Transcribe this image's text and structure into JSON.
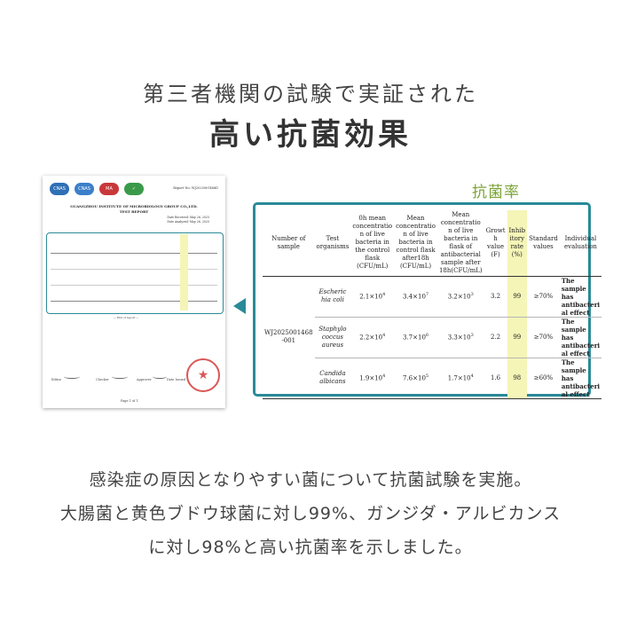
{
  "headline": {
    "line1": "第三者機関の試験で実証された",
    "line2": "高い抗菌効果"
  },
  "report": {
    "report_no": "Report No: WJ2025001468D",
    "institute": "GUANGZHOU INSTITUTE OF MICROBIOLOGY GROUP CO.,LTD.",
    "title": "TEST REPORT",
    "date_received": "Date Received: May 26, 2025",
    "date_analyzed": "Date Analyzed: May 26, 2025",
    "end_note": "— End of report —",
    "editor": "Editor",
    "checker": "Checker",
    "approver": "Approver",
    "issue_date": "Date Issued",
    "page": "Page 1 of 1",
    "logos": [
      {
        "text": "CNAS",
        "color": "#2f6fb5"
      },
      {
        "text": "CNAS",
        "color": "#3b7fc9"
      },
      {
        "text": "MA",
        "color": "#c8383a"
      },
      {
        "text": "✓",
        "color": "#3a9a4a"
      }
    ]
  },
  "rate_label": "抗菌率",
  "table": {
    "headers": [
      "Number of sample",
      "Test organisms",
      "0h mean concentratio n of live bacteria in the control flask (CFU/mL)",
      "Mean concentratio n of live bacteria in control flask after18h (CFU/mL)",
      "Mean concentratio n of live bacteria in flask of antibacterial sample after 18h(CFU/mL)",
      "Growt h value (F)",
      "Inhib itory rate (%)",
      "Standard values",
      "Individual evaluation"
    ],
    "sample_number": "WJ2025001468 -001",
    "rows": [
      {
        "organism": "Escheric hia coli",
        "c0_base": "2.1×10",
        "c0_exp": "4",
        "c18_base": "3.4×10",
        "c18_exp": "7",
        "cs_base": "3.2×10",
        "cs_exp": "3",
        "growth": "3.2",
        "rate": "99",
        "standard": "≥70%",
        "evaluation": "The sample has antibacteri al effect"
      },
      {
        "organism": "Staphylo coccus aureus",
        "c0_base": "2.2×10",
        "c0_exp": "4",
        "c18_base": "3.7×10",
        "c18_exp": "6",
        "cs_base": "3.3×10",
        "cs_exp": "3",
        "growth": "2.2",
        "rate": "99",
        "standard": "≥70%",
        "evaluation": "The sample has antibacteri al effect"
      },
      {
        "organism": "Candida albicans",
        "c0_base": "1.9×10",
        "c0_exp": "4",
        "c18_base": "7.6×10",
        "c18_exp": "5",
        "cs_base": "1.7×10",
        "cs_exp": "4",
        "growth": "1.6",
        "rate": "98",
        "standard": "≥60%",
        "evaluation": "The sample has antibacteri al effect"
      }
    ]
  },
  "body": {
    "line1": "感染症の原因となりやすい菌について抗菌試験を実施。",
    "line2": "大腸菌と黄色ブドウ球菌に対し99%、ガンジダ・アルビカンス",
    "line3": "に対し98%と高い抗菌率を示しました。"
  },
  "colors": {
    "accent_teal": "#2a8a98",
    "rate_green": "#7aa335",
    "highlight": "#f4f5b7",
    "stamp_red": "#d43a3a"
  }
}
